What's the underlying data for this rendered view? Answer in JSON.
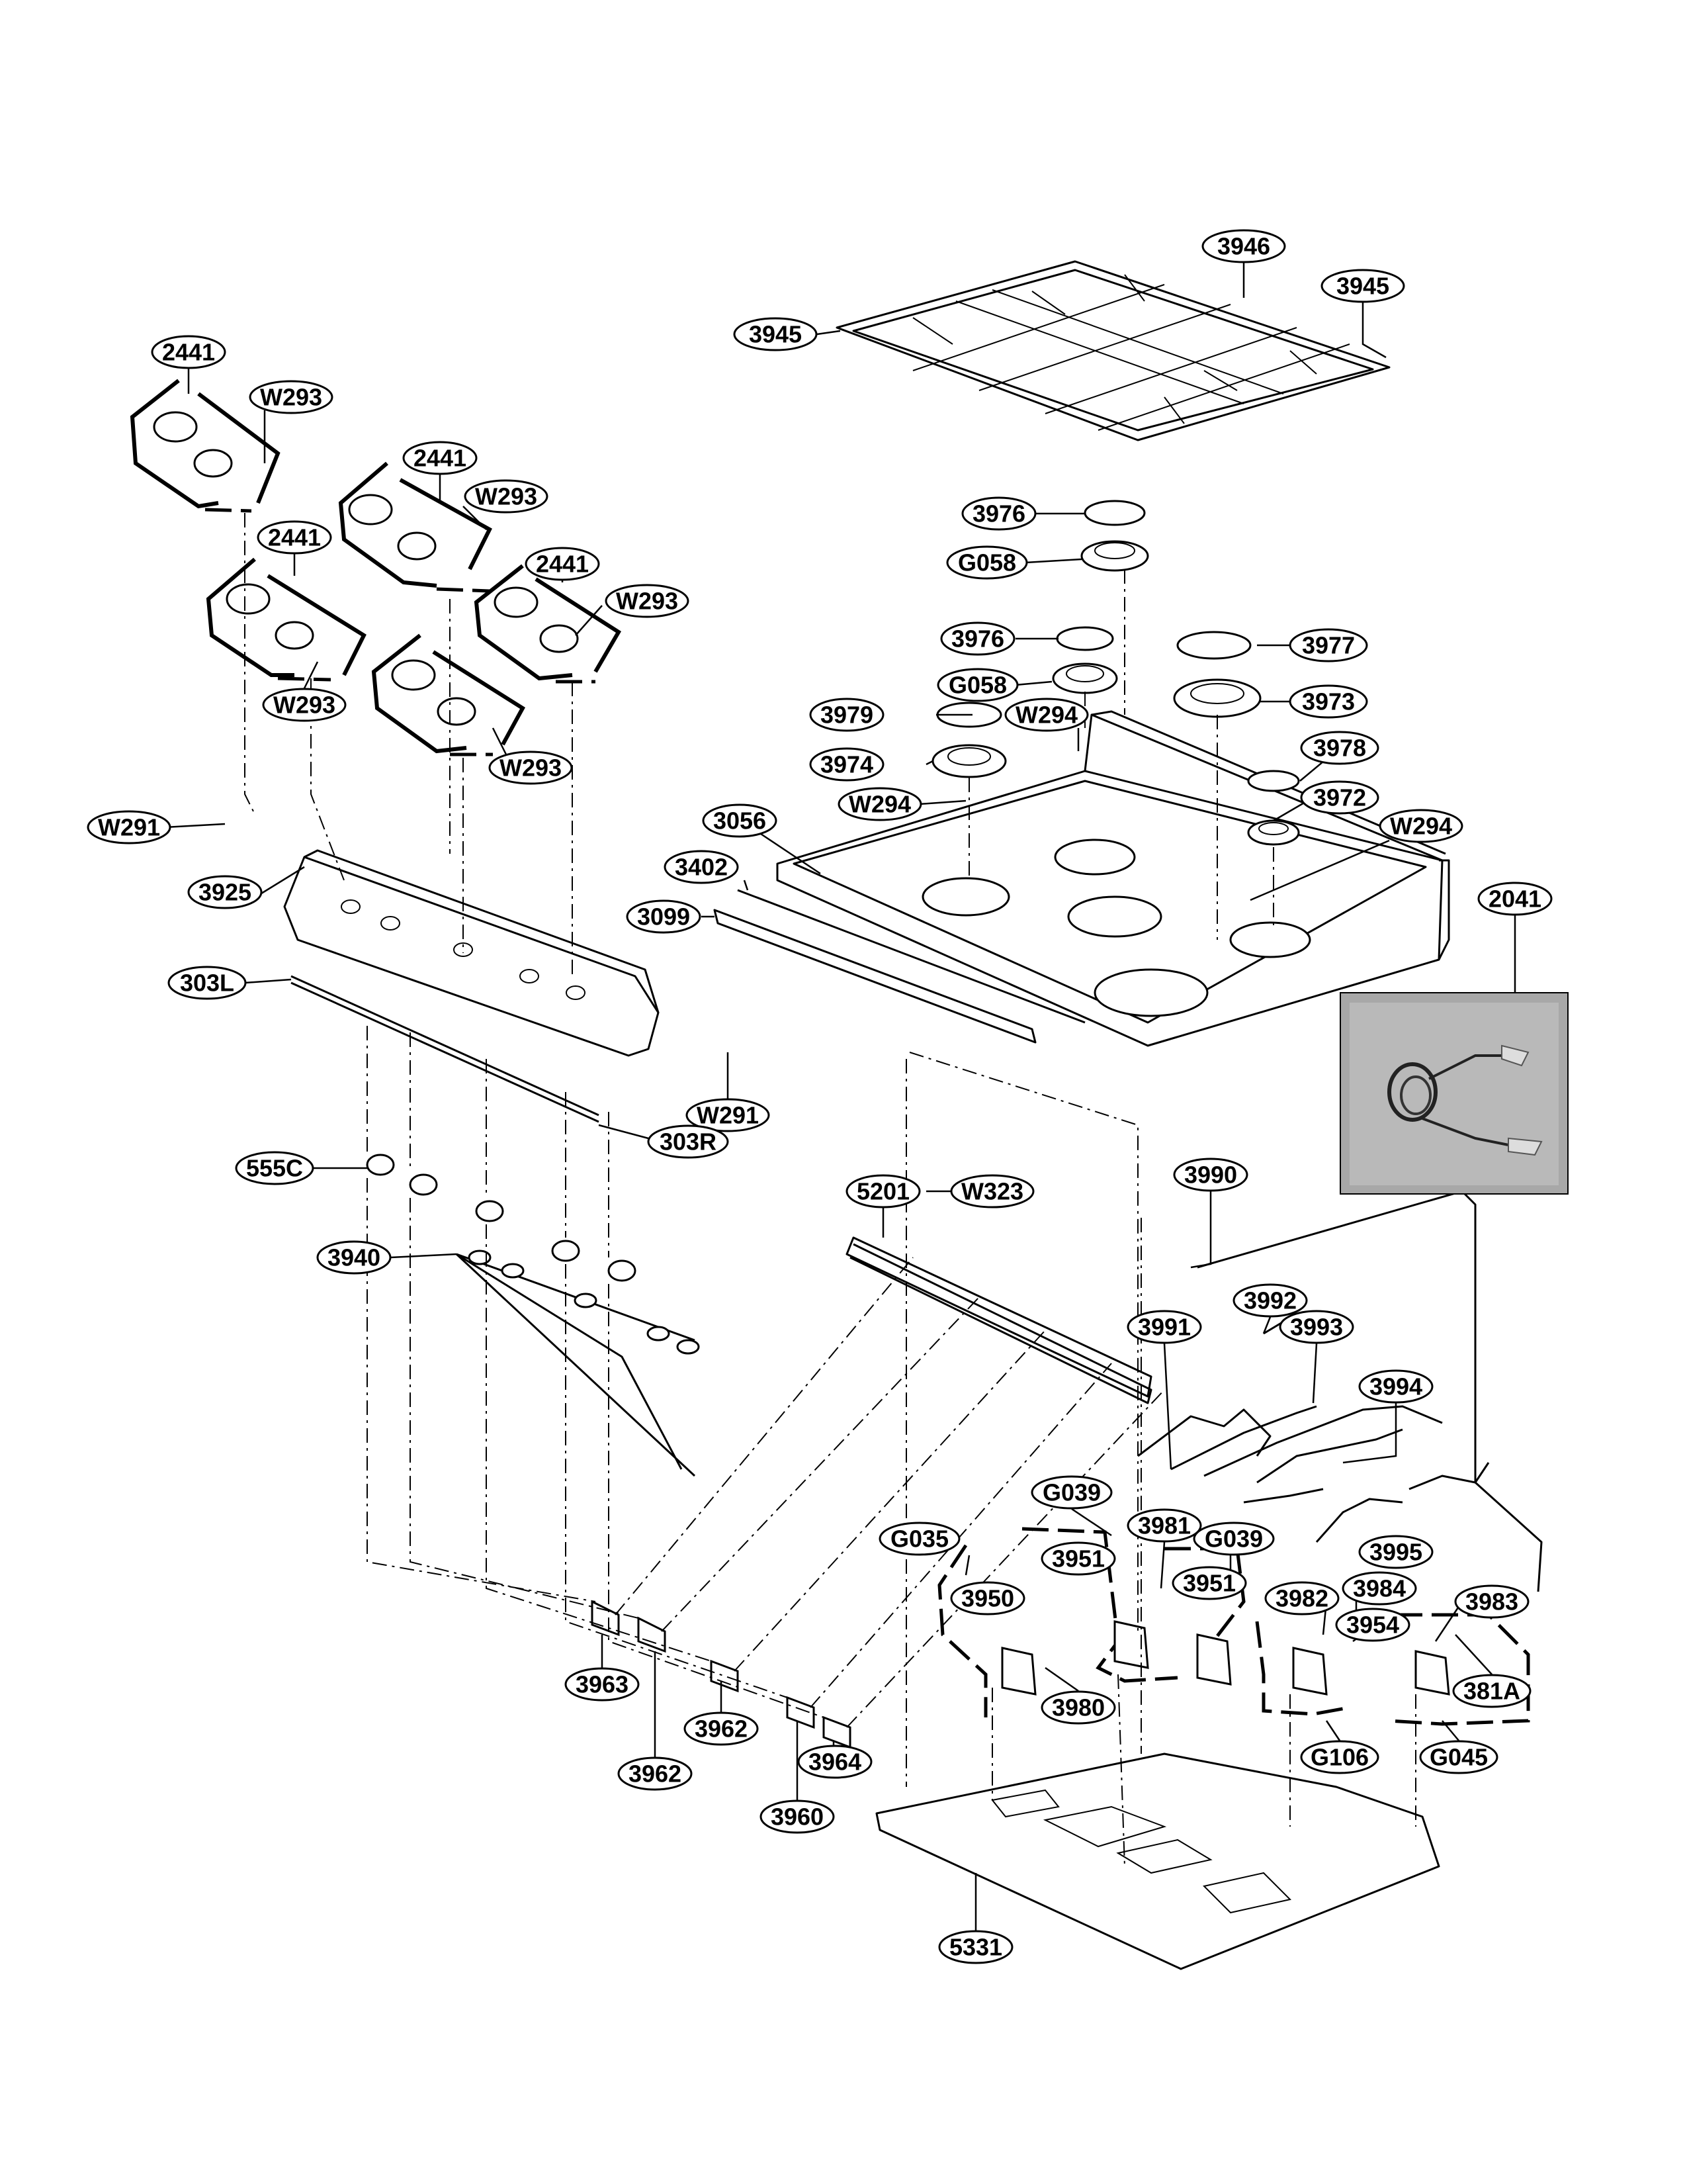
{
  "callouts": {
    "c3946": "3946",
    "c3945_left": "3945",
    "c3945_right": "3945",
    "c2441_a": "2441",
    "c2441_b": "2441",
    "c2441_c": "2441",
    "c2441_d": "2441",
    "cW293_a": "W293",
    "cW293_b": "W293",
    "cW293_c": "W293",
    "cW293_d": "W293",
    "cW293_e": "W293",
    "c3976_a": "3976",
    "cG058_a": "G058",
    "c3976_b": "3976",
    "c3977": "3977",
    "cG058_b": "G058",
    "c3973": "3973",
    "c3979": "3979",
    "cW294_a": "W294",
    "c3978": "3978",
    "c3974": "3974",
    "cW294_b": "W294",
    "c3972": "3972",
    "cW291_a": "W291",
    "c3056": "3056",
    "cW294_c": "W294",
    "c3925": "3925",
    "c3402": "3402",
    "c2041": "2041",
    "c3099": "3099",
    "c303L": "303L",
    "cW291_b": "W291",
    "c303R": "303R",
    "c555C": "555C",
    "c5201": "5201",
    "cW323": "W323",
    "c3990": "3990",
    "c3940": "3940",
    "c3992": "3992",
    "c3991": "3991",
    "c3993": "3993",
    "c3994": "3994",
    "cG039_a": "G039",
    "c3981": "3981",
    "cG035": "G035",
    "cG039_b": "G039",
    "c3995": "3995",
    "c3951_a": "3951",
    "c3951_b": "3951",
    "c3984": "3984",
    "c3950": "3950",
    "c3982": "3982",
    "c3983": "3983",
    "c3954": "3954",
    "c381A": "381A",
    "c3980": "3980",
    "c3963": "3963",
    "c3962_a": "3962",
    "c3964": "3964",
    "cG106": "G106",
    "cG045": "G045",
    "c3962_b": "3962",
    "c3960": "3960",
    "c5331": "5331"
  }
}
